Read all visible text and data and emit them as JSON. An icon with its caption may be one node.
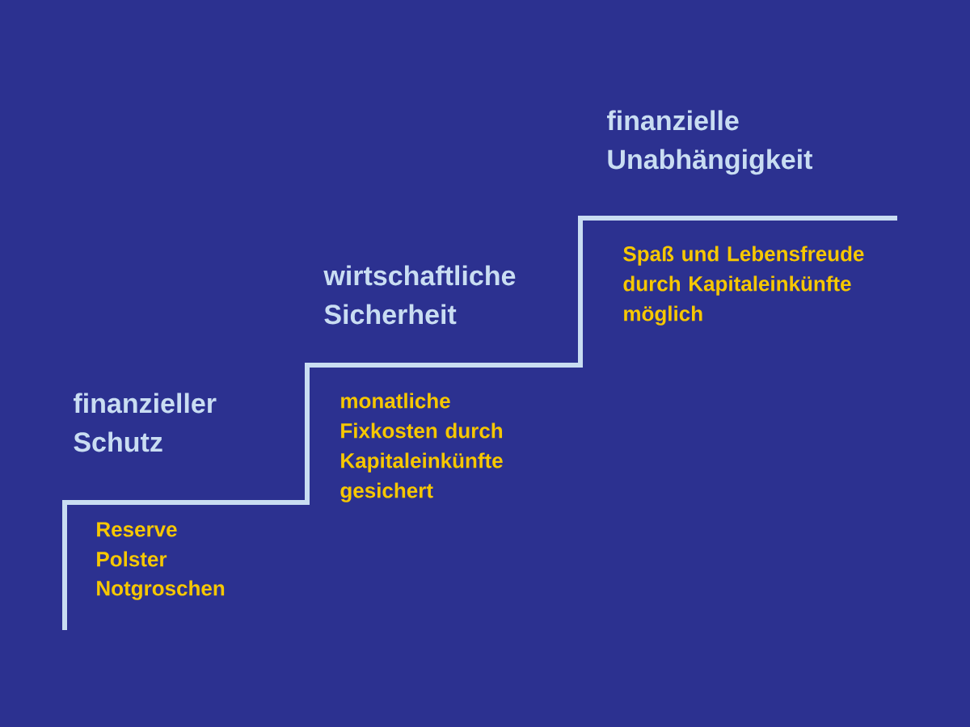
{
  "diagram": {
    "labels": [
      "finanzieller Schutz",
      "Reserve",
      "Polster",
      "Notgroschen",
      "wirtschaftliche Sicherheit",
      "monatliche Fixkosten durch Kapitaleinkünfte gesichert",
      "finanzielle Unabhängigkeit",
      "Spaß und Lebensfreude durch Kapitaleinkünfte möglich"
    ]
  }
}
